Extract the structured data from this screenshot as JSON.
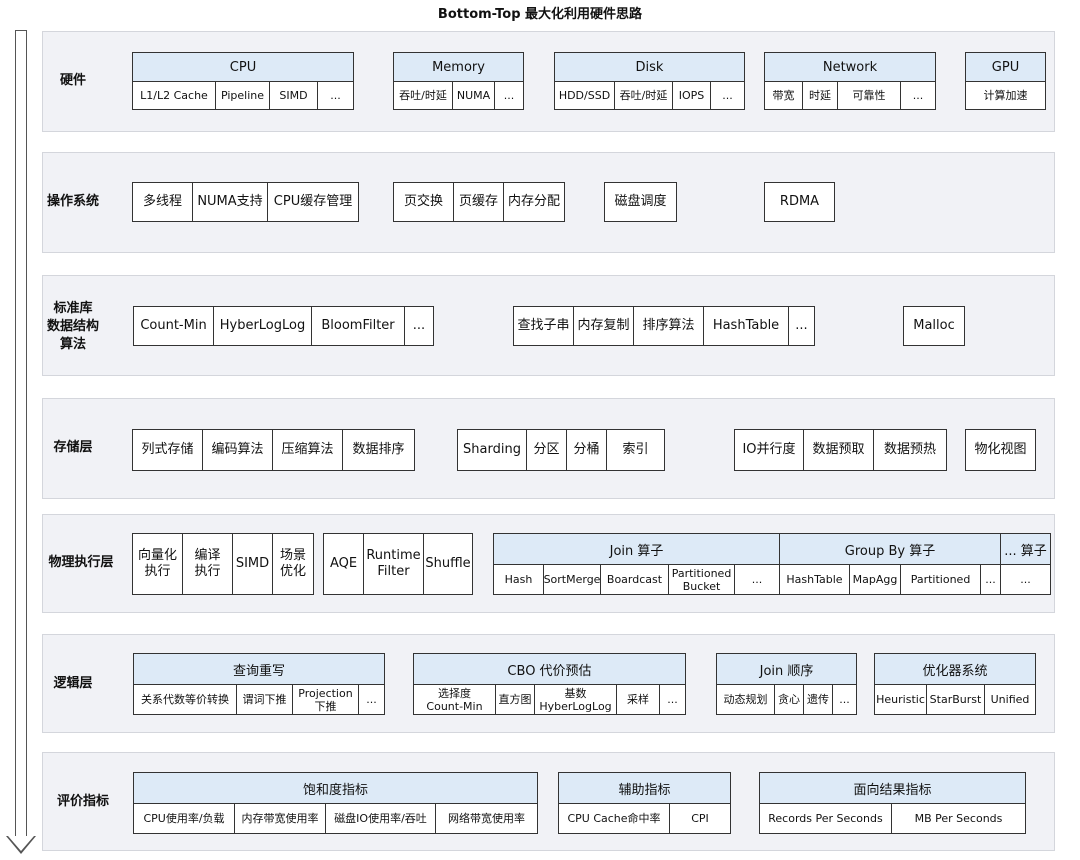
{
  "title": "Bottom-Top 最大化利用硬件思路",
  "layers": {
    "hardware": {
      "label": "硬件",
      "groups": [
        {
          "header": "CPU",
          "cells": [
            "L1/L2 Cache",
            "Pipeline",
            "SIMD",
            "..."
          ]
        },
        {
          "header": "Memory",
          "cells": [
            "吞吐/时延",
            "NUMA",
            "..."
          ]
        },
        {
          "header": "Disk",
          "cells": [
            "HDD/SSD",
            "吞吐/时延",
            "IOPS",
            "..."
          ]
        },
        {
          "header": "Network",
          "cells": [
            "带宽",
            "时延",
            "可靠性",
            "..."
          ]
        },
        {
          "header": "GPU",
          "cells": [
            "计算加速"
          ]
        }
      ]
    },
    "os": {
      "label": "操作系统",
      "groups": [
        {
          "cells": [
            "多线程",
            "NUMA支持",
            "CPU缓存管理"
          ]
        },
        {
          "cells": [
            "页交换",
            "页缓存",
            "内存分配"
          ]
        },
        {
          "cells": [
            "磁盘调度"
          ]
        },
        {
          "cells": [
            "RDMA"
          ]
        }
      ]
    },
    "stdlib": {
      "label": "标准库\n数据结构\n算法",
      "groups": [
        {
          "cells": [
            "Count-Min",
            "HyberLogLog",
            "BloomFilter",
            "..."
          ]
        },
        {
          "cells": [
            "查找子串",
            "内存复制",
            "排序算法",
            "HashTable",
            "..."
          ]
        },
        {
          "cells": [
            "Malloc"
          ]
        }
      ]
    },
    "storage": {
      "label": "存储层",
      "groups": [
        {
          "cells": [
            "列式存储",
            "编码算法",
            "压缩算法",
            "数据排序"
          ]
        },
        {
          "cells": [
            "Sharding",
            "分区",
            "分桶",
            "索引"
          ]
        },
        {
          "cells": [
            "IO并行度",
            "数据预取",
            "数据预热"
          ]
        },
        {
          "cells": [
            "物化视图"
          ]
        }
      ]
    },
    "physical": {
      "label": "物理执行层",
      "groups": [
        {
          "cells": [
            "向量化\n执行",
            "编译\n执行",
            "SIMD",
            "场景\n优化"
          ]
        },
        {
          "cells": [
            "AQE",
            "Runtime\nFilter",
            "Shuffle"
          ]
        },
        {
          "header": "Join 算子",
          "cells": [
            "Hash",
            "SortMerge",
            "Boardcast",
            "Partitioned\nBucket",
            "..."
          ]
        },
        {
          "header": "Group By 算子",
          "cells": [
            "HashTable",
            "MapAgg",
            "Partitioned",
            "..."
          ]
        },
        {
          "header": "... 算子",
          "cells": [
            "..."
          ]
        }
      ]
    },
    "logical": {
      "label": "逻辑层",
      "groups": [
        {
          "header": "查询重写",
          "cells": [
            "关系代数等价转换",
            "谓词下推",
            "Projection\n下推",
            "..."
          ]
        },
        {
          "header": "CBO 代价预估",
          "cells": [
            "选择度\nCount-Min",
            "直方图",
            "基数\nHyberLogLog",
            "采样",
            "..."
          ]
        },
        {
          "header": "Join 顺序",
          "cells": [
            "动态规划",
            "贪心",
            "遗传",
            "..."
          ]
        },
        {
          "header": "优化器系统",
          "cells": [
            "Heuristic",
            "StarBurst",
            "Unified"
          ]
        }
      ]
    },
    "metrics": {
      "label": "评价指标",
      "groups": [
        {
          "header": "饱和度指标",
          "cells": [
            "CPU使用率/负载",
            "内存带宽使用率",
            "磁盘IO使用率/吞吐",
            "网络带宽使用率"
          ]
        },
        {
          "header": "辅助指标",
          "cells": [
            "CPU Cache命中率",
            "CPI"
          ]
        },
        {
          "header": "面向结果指标",
          "cells": [
            "Records Per Seconds",
            "MB Per Seconds"
          ]
        }
      ]
    }
  },
  "colors": {
    "layer_bg": "#f1f2f6",
    "header_bg": "#ddeaf7",
    "border": "#333333"
  }
}
